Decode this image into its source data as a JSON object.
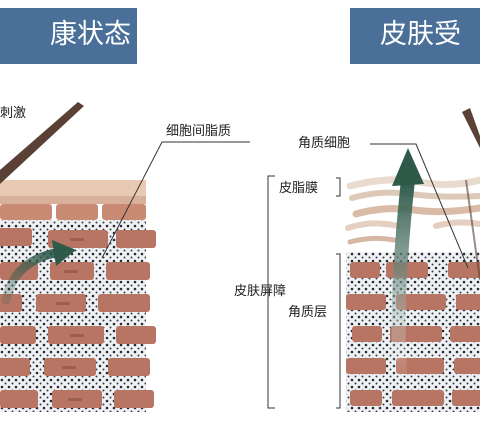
{
  "left_banner": {
    "title": "康状态"
  },
  "right_banner": {
    "title": "皮肤受"
  },
  "labels": {
    "stimulus": "刺激",
    "intercellular_lipid": "细胞间脂质",
    "corneocyte": "角质细胞",
    "sebum_film": "皮脂膜",
    "skin_barrier": "皮肤屏障",
    "stratum_corneum": "角质层"
  },
  "colors": {
    "banner": "#4a6f98",
    "brick": "#b87563",
    "mortar": "#e9eef3",
    "arrow": "#2e5a4a",
    "stick": "#5a4035"
  }
}
